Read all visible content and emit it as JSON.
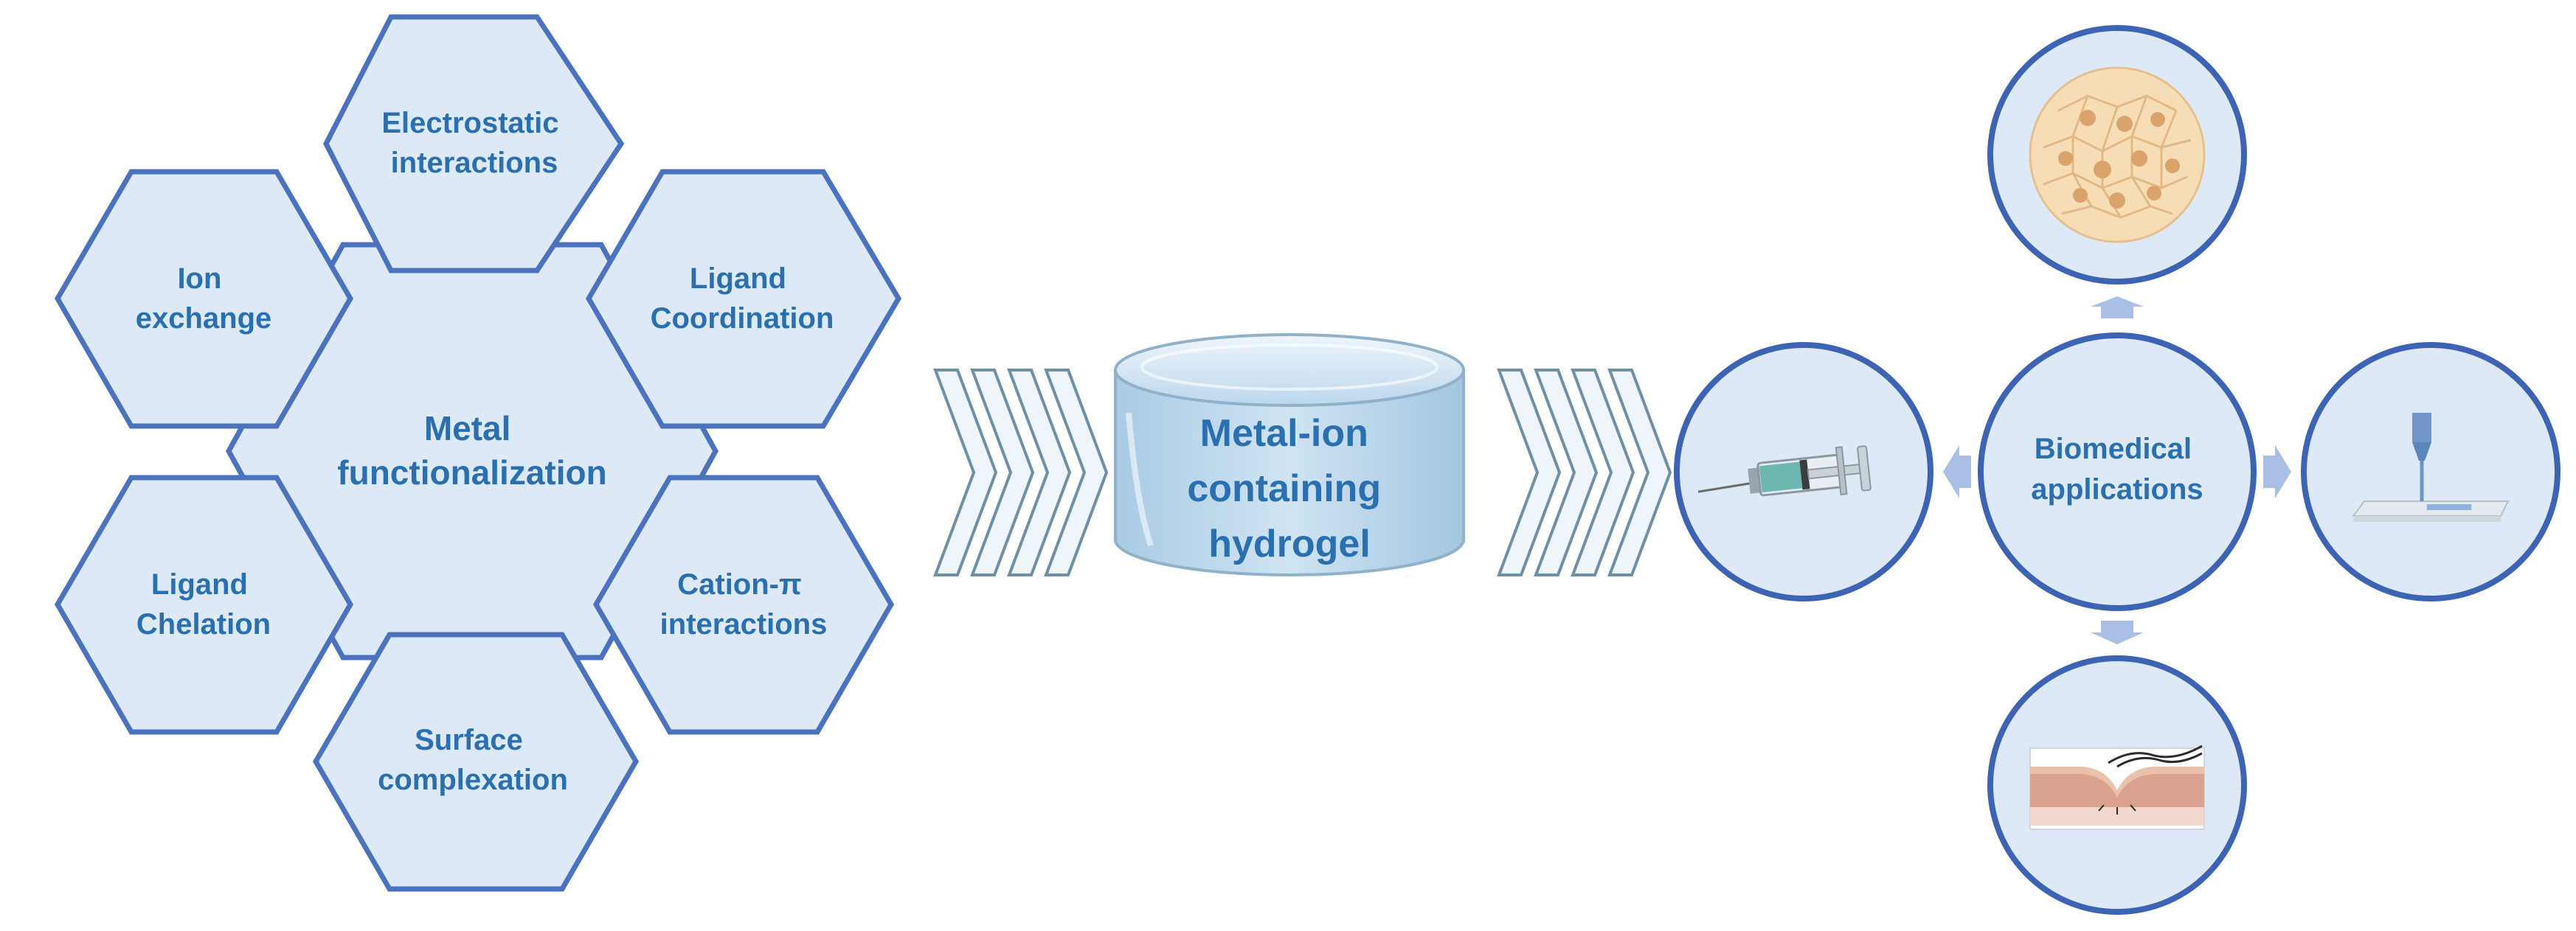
{
  "colors": {
    "hex_fill": "#dde9f7",
    "hex_stroke": "#4a72bf",
    "text": "#2a6fb0",
    "arrow": "#a9bfe6"
  },
  "functionalization": {
    "center": [
      "Metal",
      "functionalization"
    ],
    "methods": {
      "electrostatic": [
        "Electrostatic",
        "interactions"
      ],
      "ion_exchange": [
        "Ion",
        "exchange"
      ],
      "ligand_coordination": [
        "Ligand",
        "Coordination"
      ],
      "ligand_chelation": [
        "Ligand",
        "Chelation"
      ],
      "cation_pi": [
        "Cation-π",
        "interactions"
      ],
      "surface": [
        "Surface",
        "complexation"
      ]
    }
  },
  "hydrogel": {
    "label": [
      "Metal-ion",
      "containing",
      "hydrogel"
    ]
  },
  "applications": {
    "center": [
      "Biomedical",
      "applications"
    ],
    "items": {
      "top": "cell-culture-icon",
      "left": "syringe-icon",
      "right": "3d-bioprinter-icon",
      "bottom": "wound-skin-icon"
    }
  }
}
